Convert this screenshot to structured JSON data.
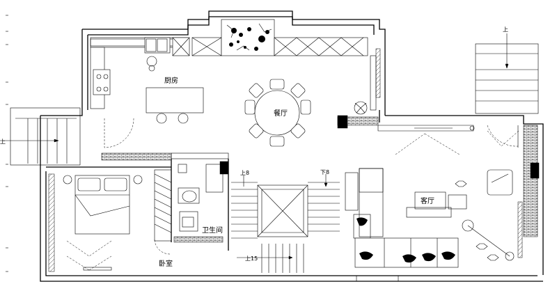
{
  "rooms": {
    "kitchen": "厨房",
    "dining": "餐厅",
    "living": "客厅",
    "bathroom": "卫生间",
    "bedroom": "卧室"
  },
  "stair_marks": {
    "up_top_right": "上",
    "up_left": "上",
    "up_8": "上8",
    "down_8": "下8",
    "up_15": "上15"
  },
  "colors": {
    "line": "#000000",
    "background": "#ffffff"
  }
}
